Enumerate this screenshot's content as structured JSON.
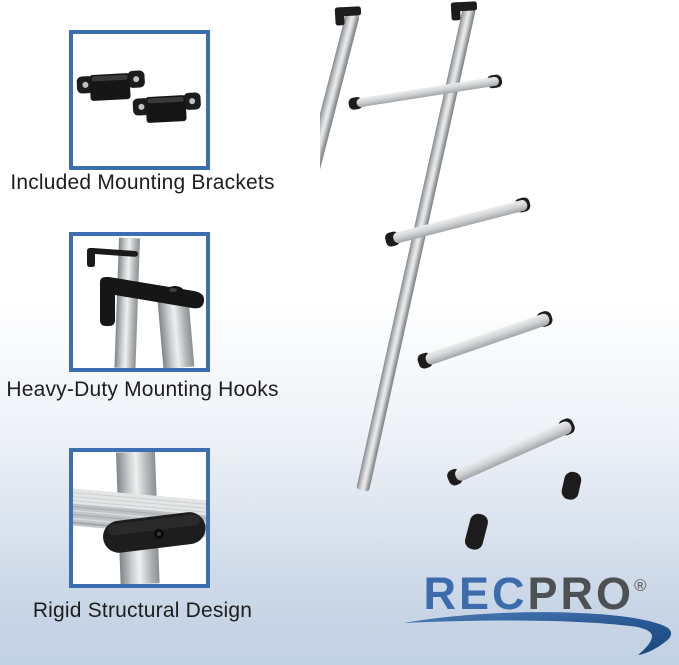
{
  "callouts": [
    {
      "label": "Included Mounting Brackets",
      "image": "two-black-mounting-brackets"
    },
    {
      "label": "Heavy-Duty Mounting Hooks",
      "image": "black-mounting-hooks-on-aluminum-rails"
    },
    {
      "label": "Rigid Structural Design",
      "image": "aluminum-rung-with-black-end-cap"
    }
  ],
  "product": {
    "image": "aluminum-bunk-ladder",
    "rungs_visible": 4
  },
  "logo": {
    "brand_rec": "Rec",
    "brand_pro": "Pro",
    "registered": "®"
  },
  "colors": {
    "callout_border": "#3e6eb2",
    "logo_blue": "#3d6cac",
    "logo_gray": "#4e5154",
    "swoosh_light": "#4d7cb6",
    "swoosh_dark": "#1d4a82",
    "background_bottom": "#c2d1e3",
    "aluminum_mid": "#d6d8d9",
    "hardware_black": "#1c1c1c"
  }
}
